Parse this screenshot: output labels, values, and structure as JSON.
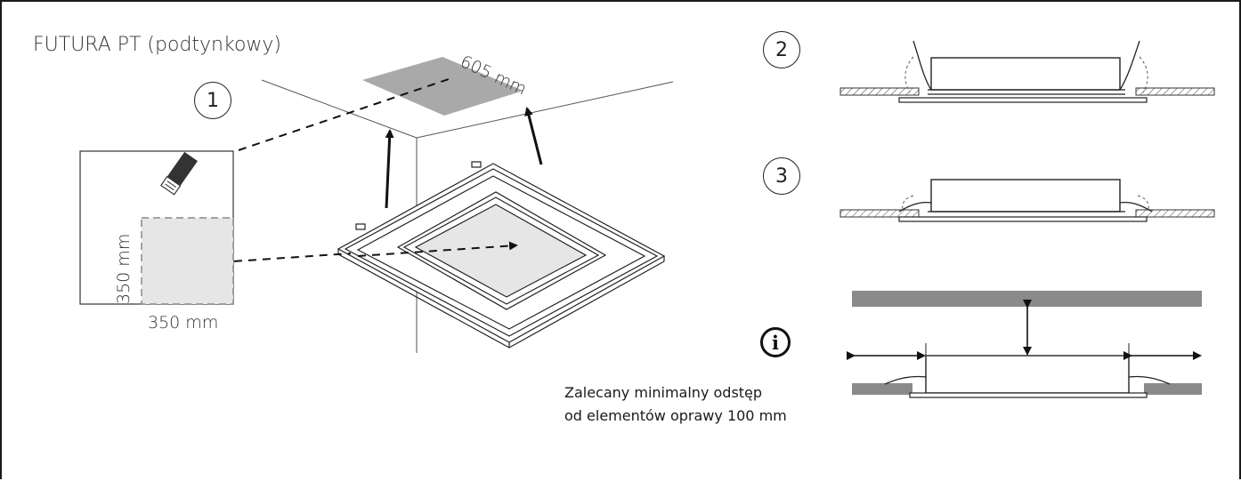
{
  "title": "FUTURA PT (podtynkowy)",
  "dimension_ceiling": "605 mm",
  "dimension_vertical": "350 mm",
  "dimension_horizontal": "350 mm",
  "steps": {
    "one": "1",
    "two": "2",
    "three": "3"
  },
  "info_icon": "i",
  "note_line1": "Zalecany minimalny odstęp",
  "note_line2": "od elementów oprawy 100 mm",
  "colors": {
    "line": "#2a2a2a",
    "panel_fill": "#e6e6e6",
    "cutout_fill": "#a9a9a9",
    "ceiling_band": "#8a8a8a"
  }
}
